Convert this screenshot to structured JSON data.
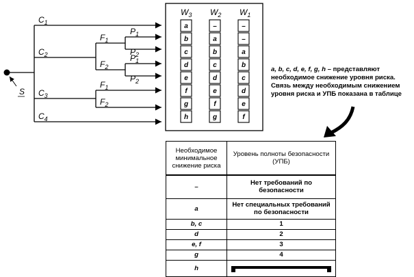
{
  "graph": {
    "s_label": "S",
    "c_labels": [
      {
        "base": "C",
        "sub": "1"
      },
      {
        "base": "C",
        "sub": "2"
      },
      {
        "base": "C",
        "sub": "3"
      },
      {
        "base": "C",
        "sub": "4"
      }
    ],
    "f_labels": [
      {
        "base": "F",
        "sub": "1"
      },
      {
        "base": "F",
        "sub": "2"
      },
      {
        "base": "F",
        "sub": "1"
      },
      {
        "base": "F",
        "sub": "2"
      }
    ],
    "p_labels": [
      {
        "base": "P",
        "sub": "1"
      },
      {
        "base": "P",
        "sub": "2"
      },
      {
        "base": "P",
        "sub": "1"
      },
      {
        "base": "P",
        "sub": "2"
      }
    ]
  },
  "matrix": {
    "columns": [
      {
        "base": "W",
        "sub": "3",
        "cells": [
          "a",
          "b",
          "c",
          "d",
          "e",
          "f",
          "g",
          "h"
        ]
      },
      {
        "base": "W",
        "sub": "2",
        "cells": [
          "–",
          "a",
          "b",
          "c",
          "d",
          "e",
          "f",
          "g"
        ]
      },
      {
        "base": "W",
        "sub": "1",
        "cells": [
          "–",
          "–",
          "a",
          "b",
          "c",
          "d",
          "e",
          "f"
        ]
      }
    ]
  },
  "note": {
    "letters": "a, b, c, d, e, f, g, h",
    "text": " – представляют необходимое снижение уровня риска. Связь между необходимым снижением уровня риска и УПБ показана в таблице"
  },
  "table": {
    "header_risk": "Необходимое минимальное снижение риска",
    "header_sil": "Уровень полноты безопасности (УПБ)",
    "rows": [
      {
        "risk": "–",
        "sil": "Нет требований по безопасности"
      },
      {
        "risk": "a",
        "sil": "Нет специальных требований по безопасности"
      },
      {
        "risk": "b, c",
        "sil": "1"
      },
      {
        "risk": "d",
        "sil": "2"
      },
      {
        "risk": "e, f",
        "sil": "3"
      },
      {
        "risk": "g",
        "sil": "4"
      },
      {
        "risk": "h",
        "sil": ""
      }
    ]
  }
}
